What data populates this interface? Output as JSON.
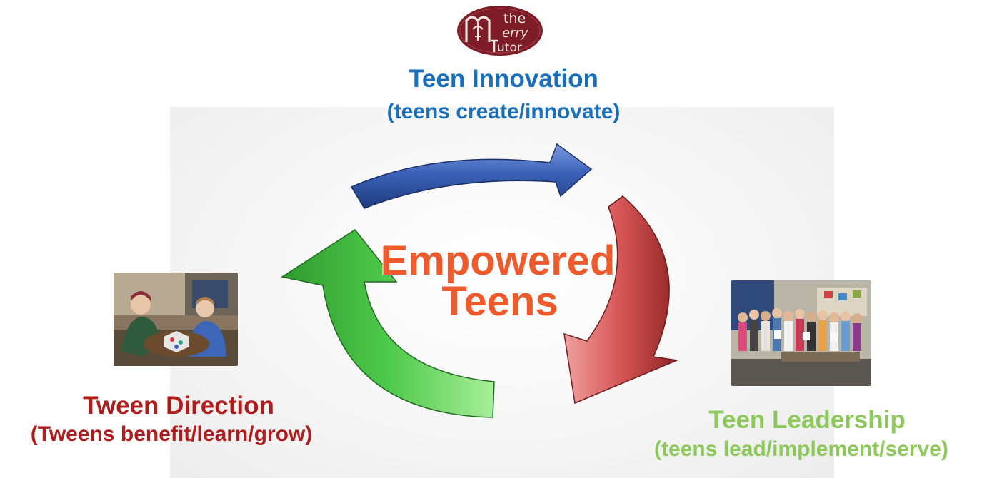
{
  "logo": {
    "text_top": "the",
    "text_mid": "erry",
    "text_bottom": "utor",
    "color": "#7d1c26"
  },
  "nodes": {
    "innovation": {
      "title": "Teen Innovation",
      "subtitle": "(teens create/innovate)",
      "color": "#1a6fba"
    },
    "direction": {
      "title": "Tween Direction",
      "subtitle": "(Tweens benefit/learn/grow)",
      "color": "#b01c1c"
    },
    "leadership": {
      "title": "Teen Leadership",
      "subtitle": "(teens lead/implement/serve)",
      "color": "#8cc85a"
    }
  },
  "center": {
    "line1": "Empowered",
    "line2": "Teens",
    "color": "#ee5a2c"
  },
  "arrows": {
    "top": {
      "color": "#3c62b8",
      "icon": "curved-arrow-right"
    },
    "right": {
      "color": "#d65555",
      "icon": "curved-arrow-down"
    },
    "left": {
      "color": "#4ec94a",
      "icon": "curved-arrow-up"
    }
  },
  "photos": {
    "left": {
      "icon": "photo-tweens-playing-game"
    },
    "right": {
      "icon": "photo-group-of-teens"
    }
  }
}
